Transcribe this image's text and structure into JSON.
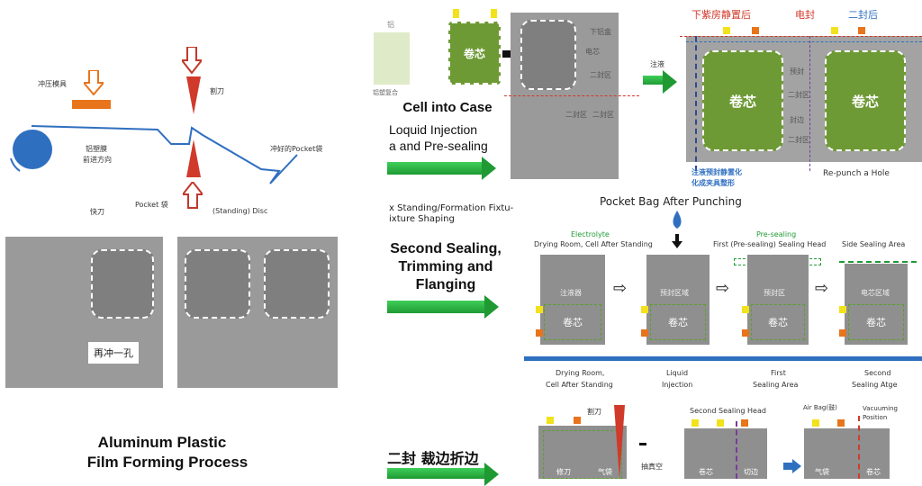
{
  "left": {
    "press_die": "冲压模具",
    "cutter": "割刀",
    "film": "铝塑膜",
    "direction": "前进方向",
    "punched_pocket": "冲好的Pocket袋",
    "pocket_bag": "Pocket 袋",
    "knife": "快刀",
    "standing_disc": "(Standing) Disc",
    "re_punch": "再冲一孔",
    "title_line1": "Aluminum Plastic",
    "title_line2": "Film Forming Process"
  },
  "top": {
    "label_small": "铝",
    "label_small2": "铝塑复合",
    "green_box": "卷芯",
    "right_labels": [
      "下铝盒",
      "电芯",
      "二封区",
      "二封区",
      "二封区"
    ],
    "cell_title": "Cell into Case",
    "step2": "Loquid Injection",
    "step3": "a and Pre-sealing",
    "inject": "注液",
    "header_left": "下紫房静置后",
    "header_mid": "电封",
    "header_right": "二封后",
    "core1": "卷芯",
    "core2": "卷芯",
    "mid_labels": [
      "预封",
      "二封区",
      "封边",
      "二封区"
    ],
    "bottom_note1": "注液预封静置化",
    "bottom_note2": "化成夹具整形",
    "repunch": "Re-punch a Hole",
    "pocket_after": "Pocket Bag After Punching",
    "standing_1": "x Standing/Formation Fixtu-",
    "standing_2": "ixture Shaping"
  },
  "second": {
    "title1": "Second Sealing,",
    "title2": "Trimming and",
    "title3": "Flanging",
    "electrolyte": "Electrolyte",
    "dry_top": "Drying Room, Cell After Standing",
    "pre_sealing": "Pre-sealing",
    "first_head": "First (Pre-sealing) Sealing Head",
    "side_area": "Side Sealing Area",
    "cell_labels": [
      "卷芯",
      "卷芯",
      "卷芯",
      "卷芯"
    ],
    "cell_tops": [
      "注液器",
      "预封区域",
      "预封区",
      "电芯区域"
    ],
    "bottom1a": "Drying Room,",
    "bottom1b": "Cell After Standing",
    "bottom2a": "Liquid",
    "bottom2b": "Injection",
    "bottom3a": "First",
    "bottom3b": "Sealing Area",
    "bottom4a": "Second",
    "bottom4b": "Sealing Atge"
  },
  "bottom": {
    "cn_title": "二封 裁边折边",
    "cutter": "割刀",
    "second_head": "Second Sealing Head",
    "air_bag": "Air Bag(鼓)",
    "vacuum1": "Vacuuming",
    "vacuum2": "Position",
    "vac_cn": "抽真空",
    "cells": [
      "修刀",
      "气袋",
      "卷芯",
      "切边",
      "气袋",
      "卷芯"
    ]
  }
}
